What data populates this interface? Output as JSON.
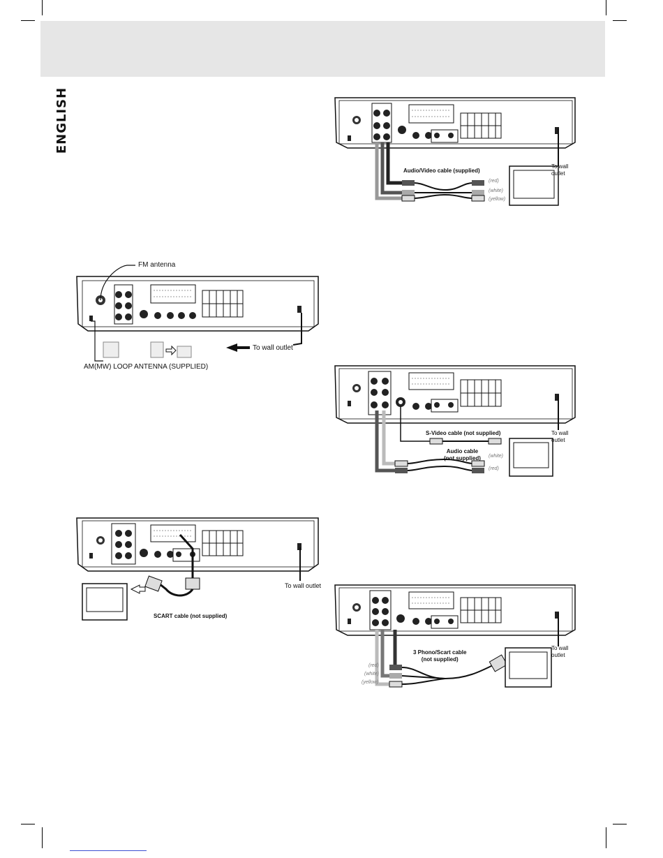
{
  "page": {
    "language_tab": "ENGLISH"
  },
  "figures": {
    "av_connection": {
      "cable_label": "Audio/Video cable (supplied)",
      "wall_label": "To wall\noutlet",
      "jack_labels": [
        "(red)",
        "(white)",
        "(yellow)"
      ]
    },
    "antenna_connection": {
      "fm_label": "FM antenna",
      "am_label": "AM(MW) LOOP ANTENNA (SUPPLIED)",
      "wall_label": "To wall outlet"
    },
    "svideo_connection": {
      "svideo_label": "S-Video cable (not supplied)",
      "audio_label": "Audio cable\n(not supplied)",
      "wall_label": "To wall\noutlet",
      "jack_labels": [
        "(white)",
        "(red)"
      ]
    },
    "scart_connection": {
      "cable_label": "SCART cable (not supplied)",
      "wall_label": "To wall outlet"
    },
    "phono_scart_connection": {
      "cable_label": "3 Phono/Scart cable\n(not supplied)",
      "wall_label": "To wall\noutlet",
      "jack_labels": [
        "(red)",
        "(white)",
        "(yellow)"
      ]
    }
  }
}
